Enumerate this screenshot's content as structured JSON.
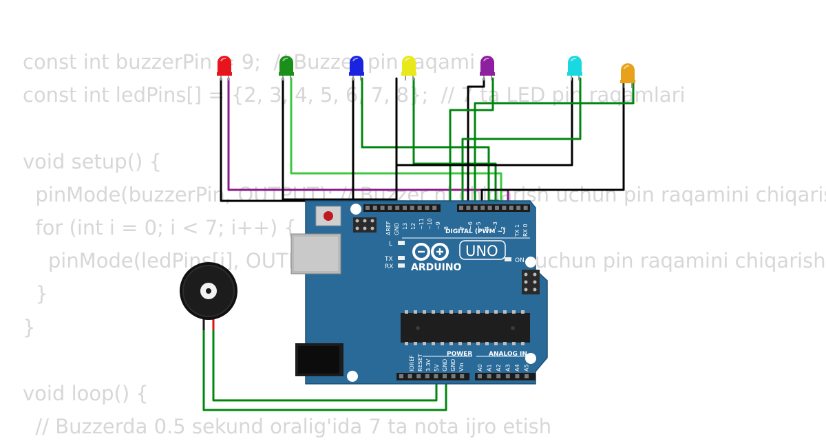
{
  "code_lines": [
    "const int buzzerPin = 9;  // Buzzer pin raqami",
    "const int ledPins[] = {2, 3, 4, 5, 6, 7, 8};  // 7 ta LED pin raqamlari",
    "",
    "void setup() {",
    "  pinMode(buzzerPin, OUTPUT); // Buzzer ni chiqarish uchun pin raqamini chiqarish",
    "  for (int i = 0; i < 7; i++) {",
    "    pinMode(ledPins[i], OUTPUT); // LED ni chiqarish uchun pin raqamini chiqarish",
    "  }",
    "}",
    "",
    "void loop() {",
    "  // Buzzerda 0.5 sekund oralig'ida 7 ta nota ijro etish"
  ],
  "board": {
    "brand": "ARDUINO",
    "model": "UNO",
    "labels": {
      "digital": "DIGITAL (PWM ~)",
      "power": "POWER",
      "analog": "ANALOG IN",
      "on": "ON",
      "l": "L",
      "tx": "TX",
      "rx": "RX",
      "aref": "AREF",
      "gnd_top": "GND",
      "tx1": "TX 1",
      "rx0": "RX 0"
    },
    "digital_pins": [
      "13",
      "12",
      "~11",
      "~10",
      "~9",
      "8",
      "7",
      "~6",
      "~5",
      "4",
      "~3",
      "2"
    ],
    "power_pins": [
      "IOREF",
      "RESET",
      "3.3V",
      "5V",
      "GND",
      "GND",
      "Vin"
    ],
    "analog_pins": [
      "A0",
      "A1",
      "A2",
      "A3",
      "A4",
      "A5"
    ]
  },
  "leds": [
    {
      "name": "red",
      "color": "#e8141d"
    },
    {
      "name": "green",
      "color": "#1a8f1a"
    },
    {
      "name": "blue",
      "color": "#1a24e0"
    },
    {
      "name": "yellow",
      "color": "#e8e81a"
    },
    {
      "name": "purple",
      "color": "#8e1f9e"
    },
    {
      "name": "cyan",
      "color": "#1ad8e0"
    },
    {
      "name": "orange",
      "color": "#e8a21a"
    }
  ],
  "colors": {
    "board": "#2a6a98",
    "wire_black": "#000000",
    "wire_green": "#00850f",
    "wire_lightgreen": "#3cc83c",
    "wire_purple": "#8a1a8a",
    "code_text": "#d7d7d7"
  }
}
